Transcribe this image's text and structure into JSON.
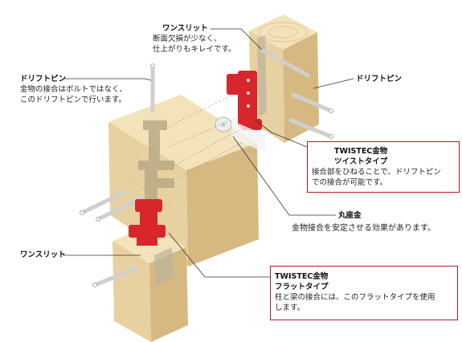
{
  "labels": {
    "wan_slit_top": {
      "title": "ワンスリット",
      "lines": [
        "断面欠損が少なく、",
        "仕上がりもキレイです。"
      ]
    },
    "drift_pin_left": {
      "title": "ドリフトピン",
      "lines": [
        "金物の接合はボルトではなく、",
        "このドリフトピンで行います。"
      ]
    },
    "drift_pin_right": {
      "title": "ドリフトピン"
    },
    "twist_type": {
      "title": "TWISTEC金物",
      "subtitle": "ツイストタイプ",
      "lines": [
        "接合部をひねることで、ドリフトピン",
        "での接合が可能です。"
      ]
    },
    "maru_za_gane": {
      "title": "丸座金",
      "lines": [
        "金物接合を安定させる効果があります。"
      ]
    },
    "wan_slit_bottom": {
      "title": "ワンスリット"
    },
    "flat_type": {
      "title": "TWISTEC金物",
      "subtitle": "フラットタイプ",
      "lines": [
        "柱と梁の接合には、このフラットタイプを使用",
        "します。"
      ]
    }
  },
  "colors": {
    "wood_top": "#f3e2ba",
    "wood_front": "#e8d1a0",
    "wood_side": "#d6b981",
    "metal_red": "#d9262c",
    "box_border": "#b01e23",
    "pin": "#dcdcdc",
    "slit": "#b9b39c"
  }
}
